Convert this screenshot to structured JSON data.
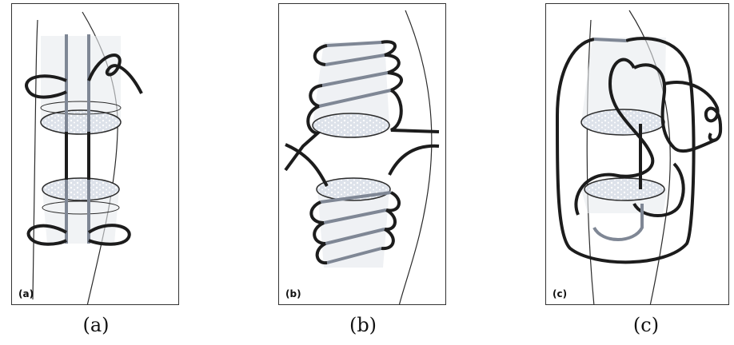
{
  "figure": {
    "panels": [
      {
        "tag": "(a)",
        "caption": "(a)"
      },
      {
        "tag": "(b)",
        "caption": "(b)"
      },
      {
        "tag": "(c)",
        "caption": "(c)"
      }
    ]
  },
  "colors": {
    "bone_fill": "#e8ebef",
    "cut_surface": "#d6dbe3",
    "wire": "#1c1c1c",
    "wire_hidden": "#7f8795",
    "outline": "#2b2b2b"
  }
}
